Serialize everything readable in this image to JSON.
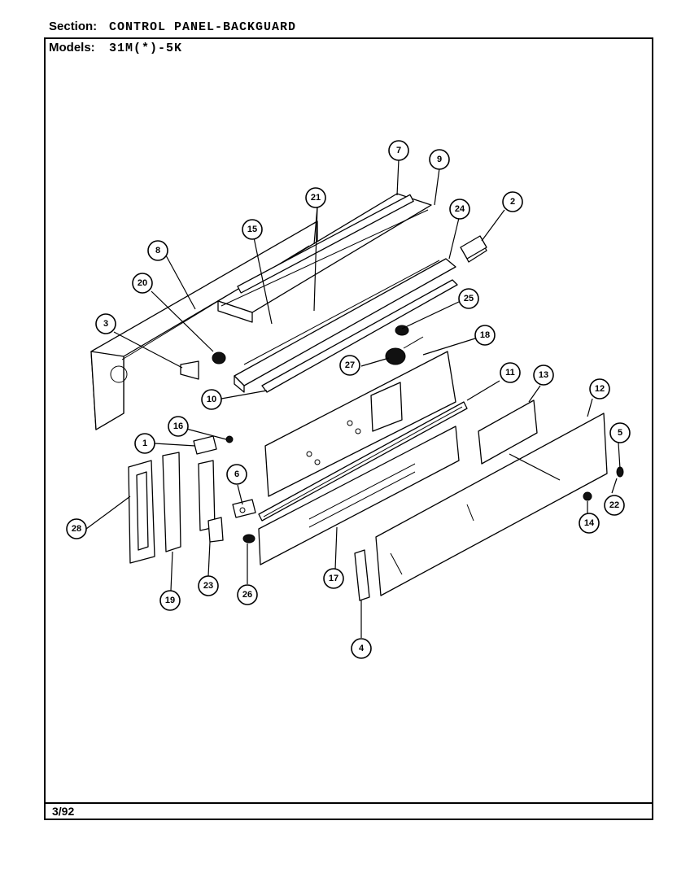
{
  "header": {
    "section_label": "Section:",
    "section_value": "CONTROL PANEL-BACKGUARD",
    "models_label": "Models:",
    "models_value": "31M(*)-5K"
  },
  "footer": {
    "date": "3/92"
  },
  "callouts": [
    "1",
    "2",
    "3",
    "4",
    "5",
    "6",
    "7",
    "8",
    "9",
    "10",
    "11",
    "12",
    "13",
    "14",
    "15",
    "16",
    "17",
    "18",
    "19",
    "20",
    "21",
    "22",
    "23",
    "24",
    "25",
    "26",
    "27",
    "28"
  ]
}
